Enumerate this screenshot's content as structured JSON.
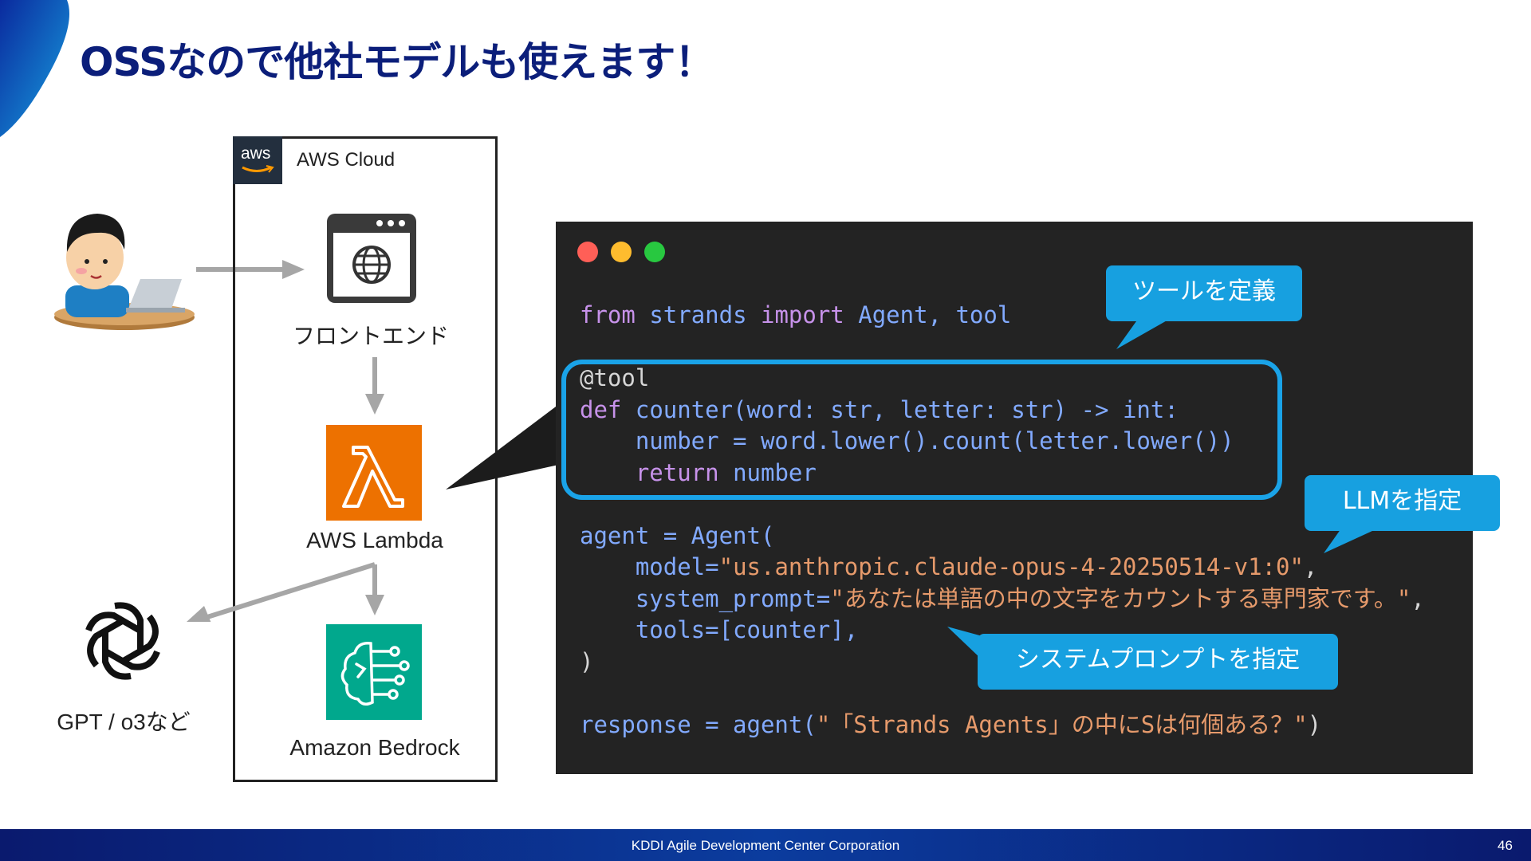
{
  "slide": {
    "title": "OSSなので他社モデルも使えます！",
    "footer": "KDDI Agile Development Center Corporation",
    "page_number": "46"
  },
  "diagram": {
    "cloud_badge": "aws",
    "cloud_label": "AWS Cloud",
    "frontend_label": "フロントエンド",
    "lambda_label": "AWS Lambda",
    "bedrock_label": "Amazon Bedrock",
    "gpt_label": "GPT / o3など",
    "colors": {
      "lambda": "#ed7100",
      "bedrock": "#01a88d",
      "aws_badge": "#232f3e"
    }
  },
  "code": {
    "line1": [
      "from",
      "strands",
      "import",
      "Agent, tool"
    ],
    "line2": "@tool",
    "line3": [
      "def",
      "counter(word: str, letter: str) -> int:"
    ],
    "line4": "    number = word.lower().count(letter.lower())",
    "line5": [
      "    ",
      "return",
      " number"
    ],
    "line6": "agent = Agent(",
    "line7": [
      "    model=",
      "\"us.anthropic.claude-opus-4-20250514-v1:0\"",
      ","
    ],
    "line8": [
      "    system_prompt=",
      "\"あなたは単語の中の文字をカウントする専門家です。\"",
      ","
    ],
    "line9": "    tools=[counter],",
    "line10": ")",
    "line11": [
      "response = agent(",
      "\"「Strands Agents」の中にSは何個ある？\"",
      ")"
    ]
  },
  "callouts": {
    "define_tool": "ツールを定義",
    "specify_llm": "LLMを指定",
    "specify_prompt": "システムプロンプトを指定"
  }
}
